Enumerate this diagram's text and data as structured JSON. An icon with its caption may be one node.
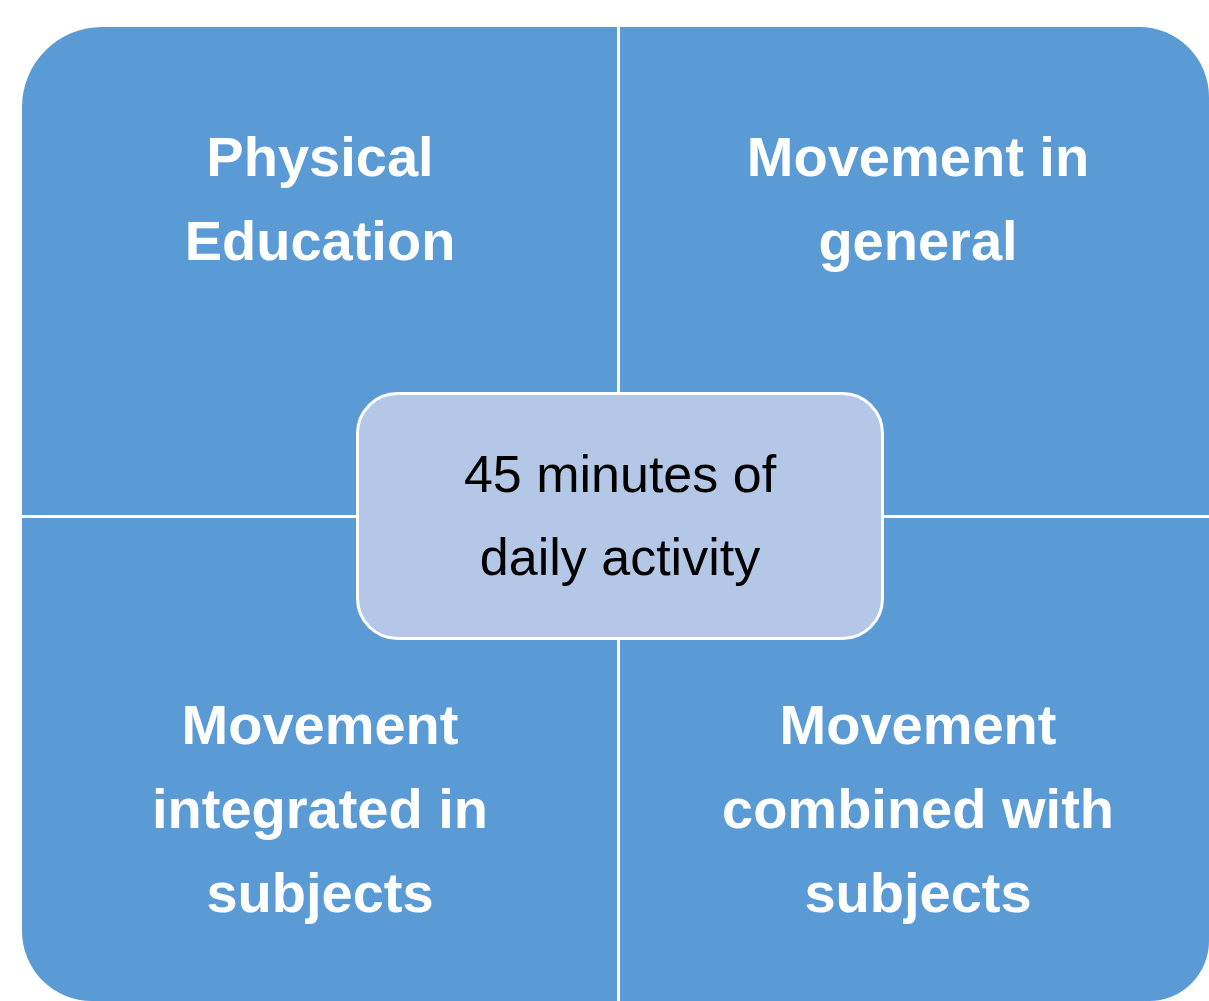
{
  "diagram": {
    "nodes": [
      {
        "text": [
          "Physical Education"
        ]
      },
      {
        "text": [
          "Movement in general"
        ]
      },
      {
        "text": [
          "45 minutes of daily activity"
        ]
      },
      {
        "text": [
          "Movement integrated in subjects"
        ]
      },
      {
        "text": [
          "Movement combined with subjects"
        ]
      }
    ]
  }
}
